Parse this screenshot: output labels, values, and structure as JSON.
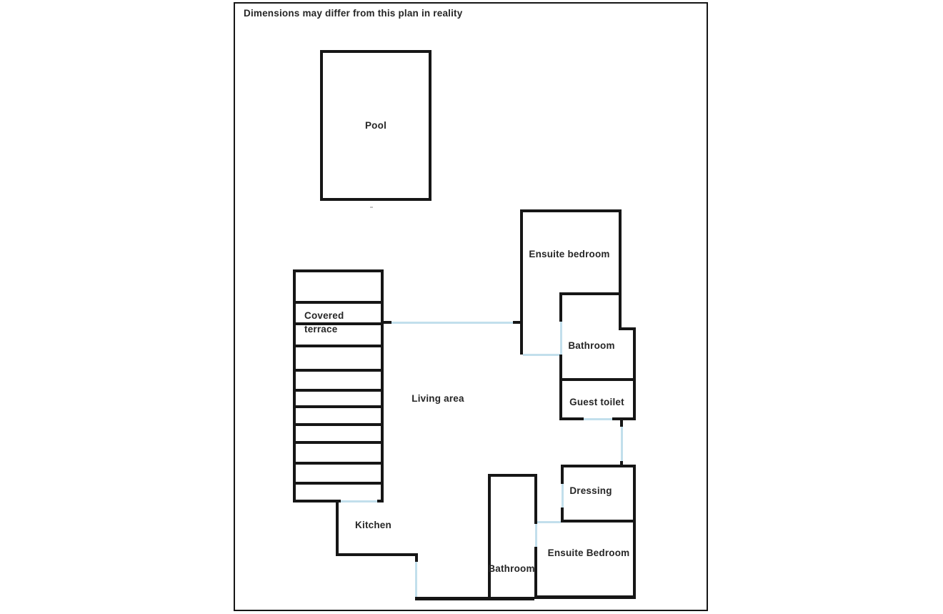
{
  "disclaimer": "Dimensions may differ from this plan in reality",
  "colors": {
    "wall": "#161616",
    "door": "#c2dfec",
    "background": "#ffffff",
    "text": "#262626"
  },
  "rooms": {
    "pool": {
      "label": "Pool"
    },
    "covered_terrace": {
      "label_line1": "Covered",
      "label_line2": "terrace"
    },
    "living_area": {
      "label": "Living area"
    },
    "kitchen": {
      "label": "Kitchen"
    },
    "ensuite_bedroom_top": {
      "label": "Ensuite bedroom"
    },
    "bathroom_top": {
      "label": "Bathroom"
    },
    "guest_toilet": {
      "label": "Guest toilet"
    },
    "dressing": {
      "label": "Dressing"
    },
    "ensuite_bedroom_bottom": {
      "label": "Ensuite Bedroom"
    },
    "bathroom_bottom": {
      "label": "Bathroom"
    }
  }
}
